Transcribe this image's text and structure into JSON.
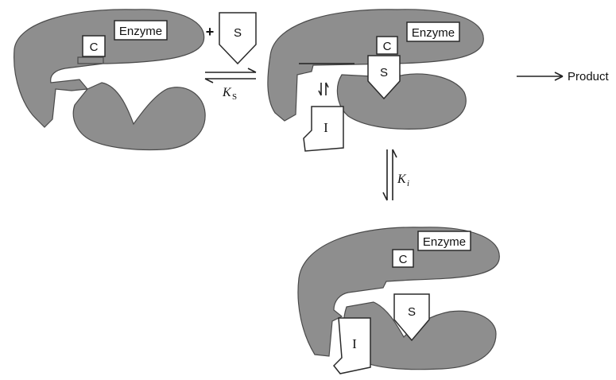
{
  "labels": {
    "enzyme": "Enzyme",
    "catalytic_site": "C",
    "substrate": "S",
    "inhibitor": "I",
    "plus": "+",
    "product": "Product",
    "ks_main": "K",
    "ks_sub": "S",
    "ki_main": "K",
    "ki_sub": "i"
  },
  "colors": {
    "enzyme_fill": "#8e8e8e",
    "outline": "#2a2a2a",
    "background": "#ffffff"
  }
}
